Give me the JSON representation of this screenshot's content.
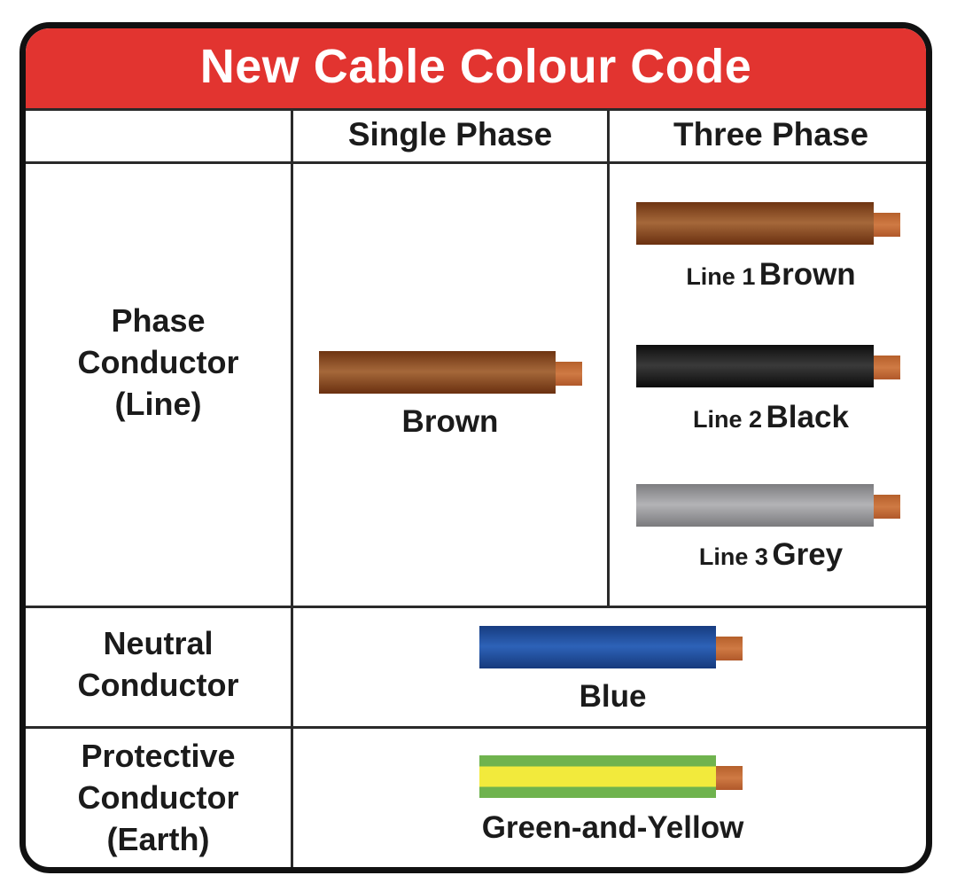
{
  "title": "New Cable Colour Code",
  "columns": {
    "blank": "",
    "single_phase": "Single Phase",
    "three_phase": "Three Phase"
  },
  "rows": {
    "phase": {
      "label_lines": [
        "Phase",
        "Conductor",
        "(Line)"
      ],
      "single_phase": {
        "color_name": "Brown",
        "jacket_color": "#8a4a1f"
      },
      "three_phase": [
        {
          "prefix": "Line 1",
          "color_name": "Brown",
          "jacket_color": "#8a4a1f"
        },
        {
          "prefix": "Line 2",
          "color_name": "Black",
          "jacket_color": "#1a1a1a"
        },
        {
          "prefix": "Line 3",
          "color_name": "Grey",
          "jacket_color": "#9a9a9c"
        }
      ]
    },
    "neutral": {
      "label_lines": [
        "Neutral",
        "Conductor"
      ],
      "color_name": "Blue",
      "jacket_color": "#1f4fa0"
    },
    "earth": {
      "label_lines": [
        "Protective",
        "Conductor",
        "(Earth)"
      ],
      "color_name": "Green-and-Yellow",
      "stripe_colors": {
        "green": "#6fb34e",
        "yellow": "#f2ea3c"
      }
    }
  },
  "core_color": "#c0672f",
  "accent_color": "#e23430"
}
